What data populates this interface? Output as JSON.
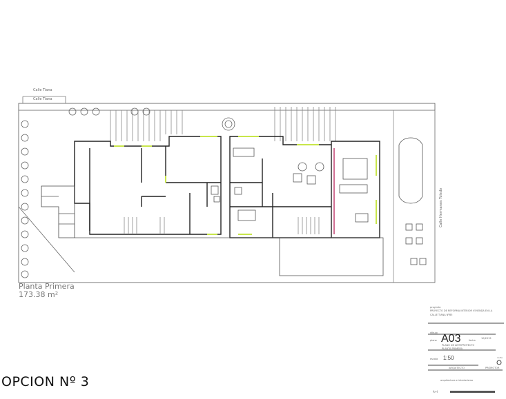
{
  "street_labels": {
    "top_1": "Calle Tiana",
    "top_2": "Calle Tiana",
    "right": "Calle Hermanos Toledo"
  },
  "plan": {
    "title": "Planta Primera",
    "area": "173.38 m²"
  },
  "option_label": "OPCION Nº 3",
  "title_block": {
    "project_heading": "proyecto",
    "project_text": "PROYECTO DE REFORMA INTERIOR VIVIENDA EN LA",
    "project_text_2": "CALLE TIANA Nº85",
    "drawing_heading": "dibujo",
    "sheet_label": "plano",
    "sheet_number": "A03",
    "date_label": "fecha",
    "date_value": "10/2015",
    "drawing_title": "PLANO DE ANTEPROYECTO",
    "drawing_subtitle": "PLANTA PRIMERA",
    "scale_label": "escala",
    "scale_value": "1:50",
    "north_label": "norte",
    "sign_left": "ARQUITECTO",
    "sign_right": "PROMOTOR",
    "footer_note": "arquitectura e interiorismo",
    "footer_code": "A+I"
  },
  "colors": {
    "line": "#333333",
    "highlight": "#c8e64a",
    "accent_wall": "#c04070"
  }
}
